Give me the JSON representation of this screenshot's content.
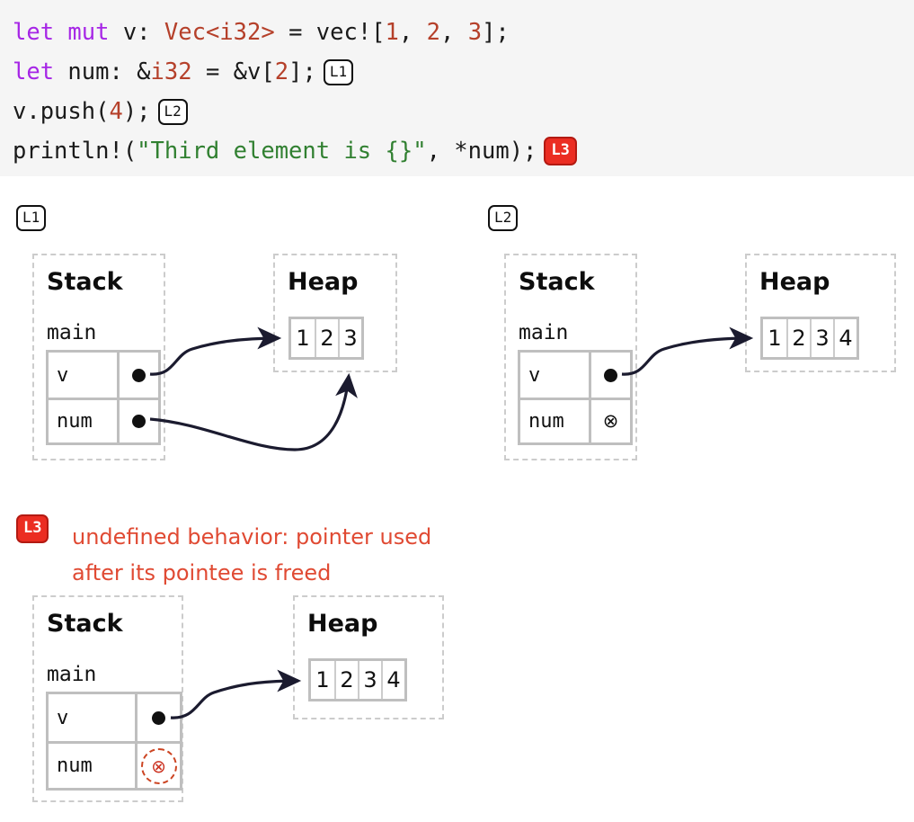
{
  "code": {
    "background": "#f5f5f5",
    "colors": {
      "keyword": "#a626e6",
      "type": "#b5402a",
      "number": "#b5402a",
      "string": "#318031",
      "plain": "#1a1a1a"
    },
    "lines": [
      {
        "id": "line-1",
        "tokens": [
          {
            "t": "let mut ",
            "c": "kw"
          },
          {
            "t": "v: ",
            "c": "pl"
          },
          {
            "t": "Vec<i32>",
            "c": "ty"
          },
          {
            "t": " = vec![",
            "c": "pl"
          },
          {
            "t": "1",
            "c": "num"
          },
          {
            "t": ", ",
            "c": "pl"
          },
          {
            "t": "2",
            "c": "num"
          },
          {
            "t": ", ",
            "c": "pl"
          },
          {
            "t": "3",
            "c": "num"
          },
          {
            "t": "];",
            "c": "pl"
          }
        ],
        "badge": null
      },
      {
        "id": "line-2",
        "tokens": [
          {
            "t": "let ",
            "c": "kw"
          },
          {
            "t": "num: &",
            "c": "pl"
          },
          {
            "t": "i32",
            "c": "ty"
          },
          {
            "t": " = &v[",
            "c": "pl"
          },
          {
            "t": "2",
            "c": "num"
          },
          {
            "t": "];",
            "c": "pl"
          }
        ],
        "badge": {
          "label": "L1",
          "style": "outline"
        }
      },
      {
        "id": "line-3",
        "tokens": [
          {
            "t": "v.push(",
            "c": "pl"
          },
          {
            "t": "4",
            "c": "num"
          },
          {
            "t": ");",
            "c": "pl"
          }
        ],
        "badge": {
          "label": "L2",
          "style": "outline"
        }
      },
      {
        "id": "line-4",
        "tokens": [
          {
            "t": "println!(",
            "c": "pl"
          },
          {
            "t": "\"Third element is {}\"",
            "c": "str"
          },
          {
            "t": ", *num);",
            "c": "pl"
          }
        ],
        "badge": {
          "label": "L3",
          "style": "filled"
        }
      }
    ]
  },
  "diagrams": [
    {
      "id": "L1",
      "badge": {
        "label": "L1",
        "style": "outline"
      },
      "stack": {
        "title": "Stack",
        "frame": "main",
        "rows": [
          {
            "name": "v",
            "value": "pointer"
          },
          {
            "name": "num",
            "value": "pointer"
          }
        ]
      },
      "heap": {
        "title": "Heap",
        "cells": [
          "1",
          "2",
          "3"
        ]
      }
    },
    {
      "id": "L2",
      "badge": {
        "label": "L2",
        "style": "outline"
      },
      "stack": {
        "title": "Stack",
        "frame": "main",
        "rows": [
          {
            "name": "v",
            "value": "pointer"
          },
          {
            "name": "num",
            "value": "invalid"
          }
        ]
      },
      "heap": {
        "title": "Heap",
        "cells": [
          "1",
          "2",
          "3",
          "4"
        ]
      }
    },
    {
      "id": "L3",
      "badge": {
        "label": "L3",
        "style": "filled"
      },
      "note": "undefined behavior: pointer used\nafter its pointee is freed",
      "note_color": "#e04a33",
      "stack": {
        "title": "Stack",
        "frame": "main",
        "rows": [
          {
            "name": "v",
            "value": "pointer"
          },
          {
            "name": "num",
            "value": "dead"
          }
        ]
      },
      "heap": {
        "title": "Heap",
        "cells": [
          "1",
          "2",
          "3",
          "4"
        ]
      }
    }
  ],
  "glyphs": {
    "invalid": "⊗",
    "dead": "⊗"
  }
}
